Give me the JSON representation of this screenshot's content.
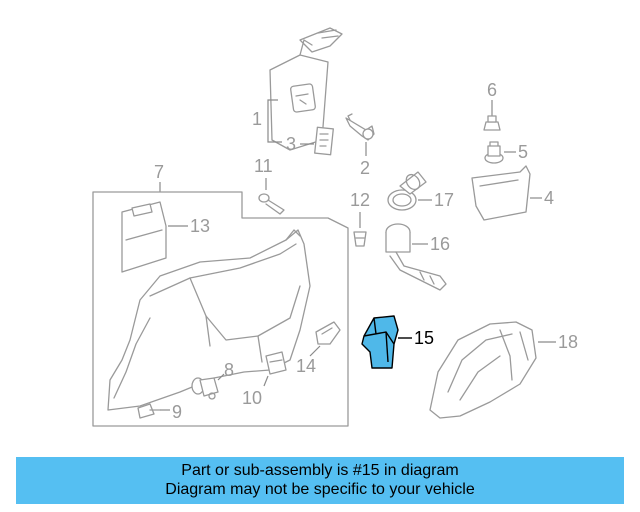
{
  "callouts": {
    "c1": "1",
    "c2": "2",
    "c3": "3",
    "c4": "4",
    "c5": "5",
    "c6": "6",
    "c7": "7",
    "c8": "8",
    "c9": "9",
    "c10": "10",
    "c11": "11",
    "c12": "12",
    "c13": "13",
    "c14": "14",
    "c15": "15",
    "c16": "16",
    "c17": "17",
    "c18": "18"
  },
  "highlight": {
    "part": "15",
    "color": "#4fb8e9"
  },
  "banner": {
    "line1": "Part or sub-assembly is #15 in diagram",
    "line2": "Diagram may not be specific to your vehicle",
    "color": "#55bff2"
  }
}
